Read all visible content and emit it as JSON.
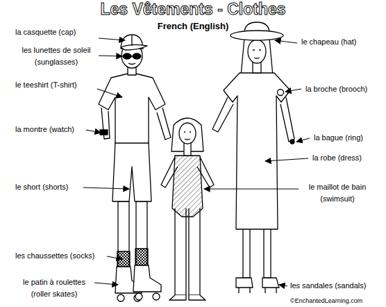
{
  "diagram": {
    "title": "Les Vêtements - Clothes",
    "labels": [
      "French (English)",
      "la casquette (cap)",
      "les lunettes de soleil (sunglasses)",
      "le teeshirt (T-shirt)",
      "la montre (watch)",
      "le short (shorts)",
      "les chaussettes (socks)",
      "le patin à roulettes (roller skates)",
      "le chapeau (hat)",
      "la broche (brooch)",
      "la bague (ring)",
      "la robe (dress)",
      "le maillot de bain (swimsuit)",
      "les sandales (sandals)",
      "©EnchantedLearning.com"
    ]
  }
}
